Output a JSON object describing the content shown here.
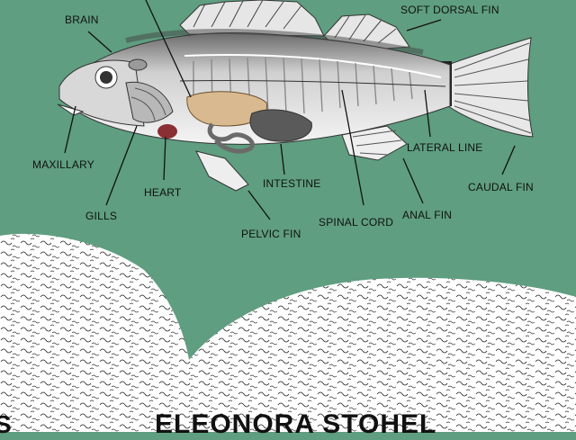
{
  "diagram": {
    "labels": {
      "brain": "BRAIN",
      "soft_dorsal_fin": "SOFT DORSAL FIN",
      "maxillary": "MAXILLARY",
      "heart": "HEART",
      "gills": "GILLS",
      "intestine": "INTESTINE",
      "pelvic_fin": "PELVIC FIN",
      "spinal_cord": "SPINAL CORD",
      "anal_fin": "ANAL FIN",
      "lateral_line": "LATERAL LINE",
      "caudal_fin": "CAUDAL FIN"
    }
  },
  "footer": {
    "author": "ELEONORA STOHEL",
    "edge_fragment": "S"
  },
  "colors": {
    "background": "#5f9e80",
    "paper": "#ffffff",
    "ink": "#111111",
    "liver": "#d9b98f",
    "heart": "#8a2f34",
    "stomach": "#555555"
  }
}
